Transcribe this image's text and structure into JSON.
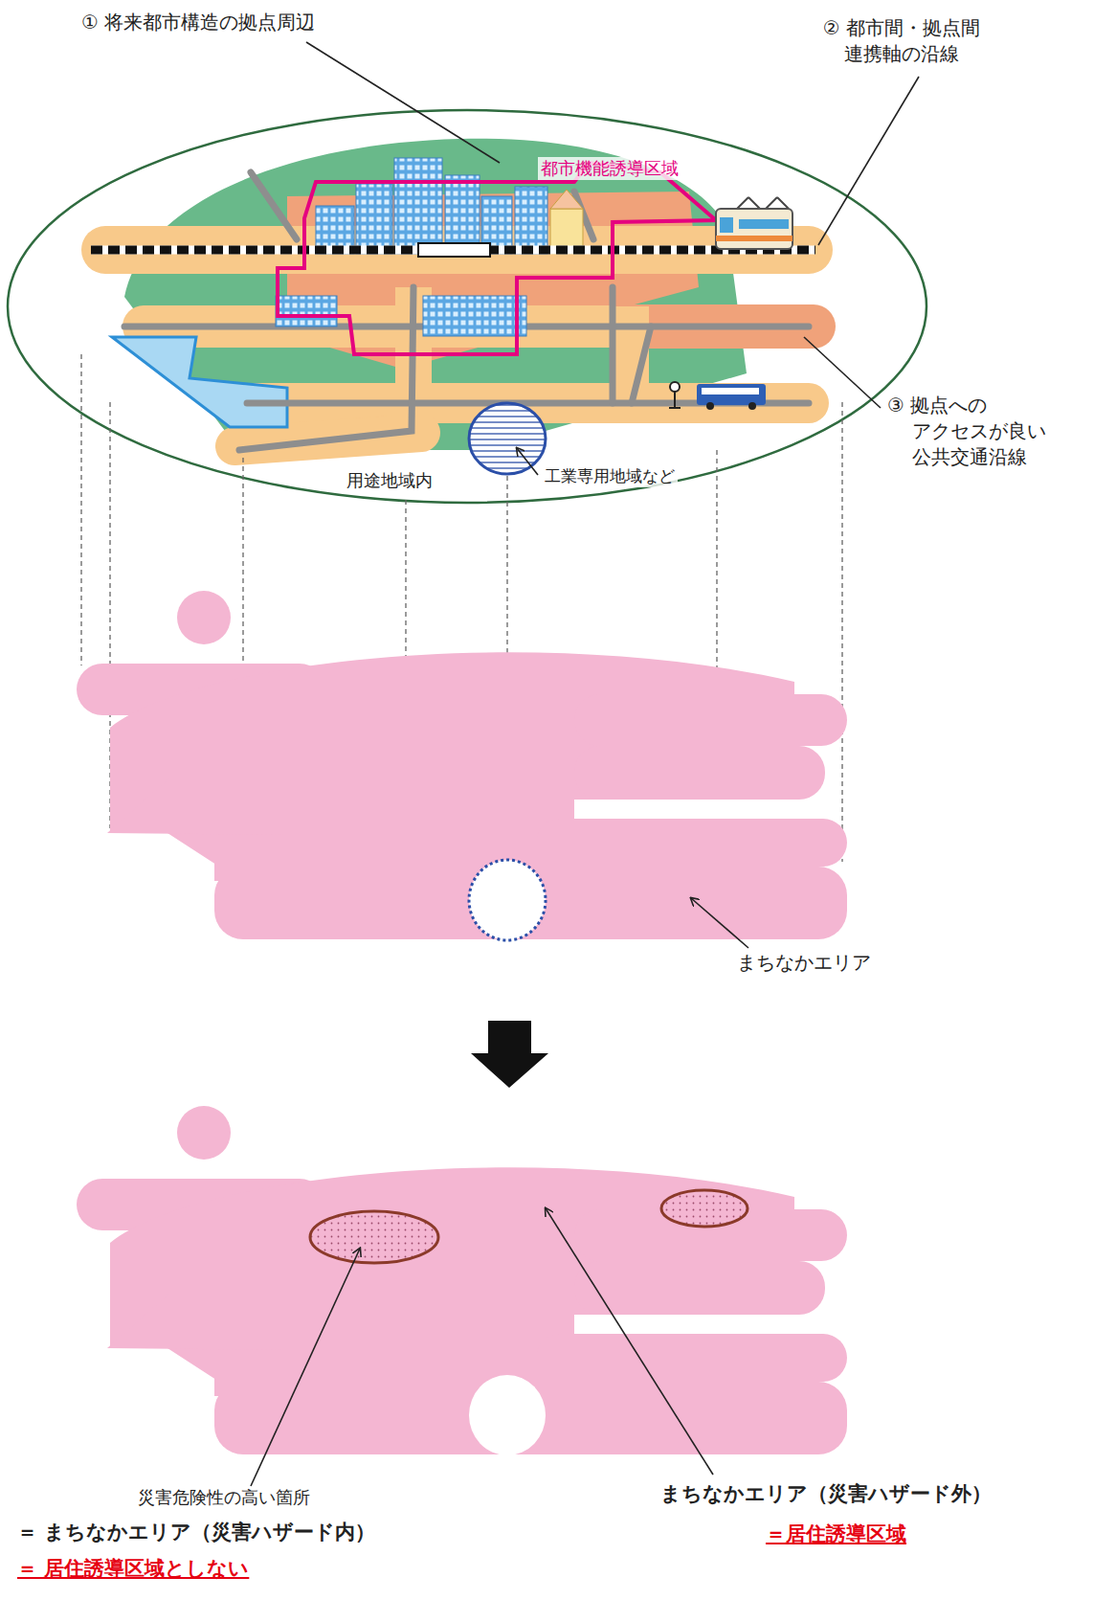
{
  "diagram": {
    "labels": [
      "① 将来都市構造の拠点周辺",
      "② 都市間・拠点間 連携軸の沿線",
      "都市機能誘導区域",
      "③ 拠点への アクセスが良い 公共交通沿線",
      "工業専用地域など",
      "用途地域内",
      "まちなかエリア",
      "災害危険性の高い箇所",
      "＝ まちなかエリア（災害ハザード内）",
      "＝ 居住誘導区域としない",
      "まちなかエリア（災害ハザード外）",
      "＝居住誘導区域"
    ]
  }
}
